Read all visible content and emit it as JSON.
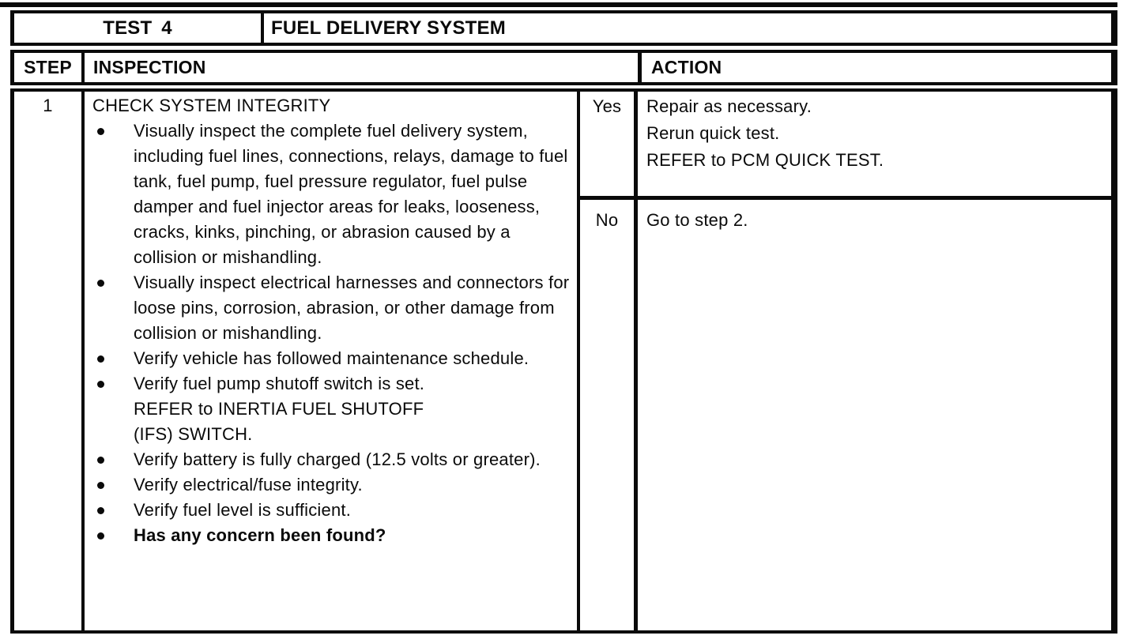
{
  "colors": {
    "ink": "#0a0a0a",
    "paper": "#ffffff"
  },
  "table": {
    "title_row": {
      "test_label": "TEST 4",
      "system_label": "FUEL DELIVERY SYSTEM"
    },
    "header_row": {
      "step": "STEP",
      "inspection": "INSPECTION",
      "action": "ACTION"
    },
    "rows": [
      {
        "step": "1",
        "inspection": {
          "heading": "CHECK SYSTEM INTEGRITY",
          "bullets": [
            {
              "bold": false,
              "lines": [
                "Visually inspect the complete fuel delivery system, including fuel lines, connections, relays, damage to fuel tank, fuel pump, fuel pressure regulator, fuel pulse damper and fuel injector areas for leaks, looseness, cracks, kinks, pinching, or abrasion caused by a collision or mishandling."
              ]
            },
            {
              "bold": false,
              "lines": [
                "Visually inspect electrical harnesses and connectors for loose pins, corrosion, abrasion, or other damage from collision or mishandling."
              ]
            },
            {
              "bold": false,
              "lines": [
                "Verify vehicle has followed maintenance schedule."
              ]
            },
            {
              "bold": false,
              "lines": [
                "Verify fuel pump shutoff switch is set.",
                "REFER to INERTIA FUEL SHUTOFF",
                "(IFS) SWITCH."
              ]
            },
            {
              "bold": false,
              "lines": [
                "Verify battery is fully charged (12.5 volts or greater)."
              ]
            },
            {
              "bold": false,
              "lines": [
                "Verify electrical/fuse integrity."
              ]
            },
            {
              "bold": false,
              "lines": [
                "Verify fuel level is sufficient."
              ]
            },
            {
              "bold": true,
              "lines": [
                "Has any concern been found?"
              ]
            }
          ]
        },
        "outcomes": [
          {
            "answer": "Yes",
            "action_lines": [
              "Repair as necessary.",
              "Rerun quick test.",
              "REFER to PCM QUICK TEST."
            ]
          },
          {
            "answer": "No",
            "action_lines": [
              "Go to step 2."
            ]
          }
        ]
      }
    ]
  }
}
